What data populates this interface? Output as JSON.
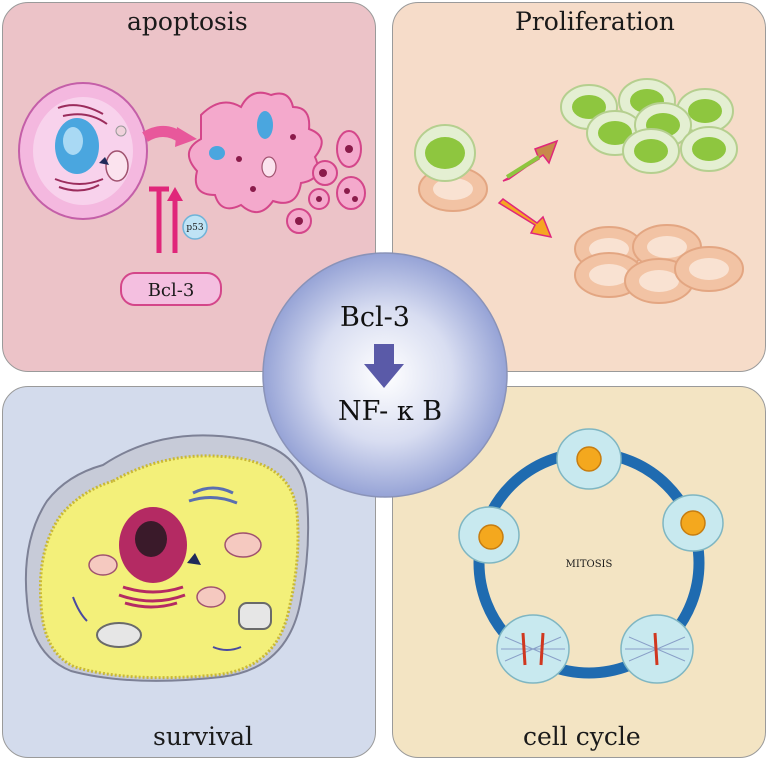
{
  "panels": {
    "apoptosis": {
      "title": "apoptosis",
      "label_bcl3": "Bcl-3",
      "label_p53": "p53",
      "color": "#ecc3c8"
    },
    "proliferation": {
      "title": "Proliferation",
      "color": "#f6dcc9"
    },
    "survival": {
      "title": "survival",
      "color": "#d3dbec"
    },
    "cell_cycle": {
      "title": "cell cycle",
      "center_label": "MITOSIS",
      "color": "#f3e4c3"
    }
  },
  "center": {
    "top_label": "Bcl-3",
    "bottom_label": "NF- κ B",
    "arrow_color": "#5a5aa8"
  }
}
